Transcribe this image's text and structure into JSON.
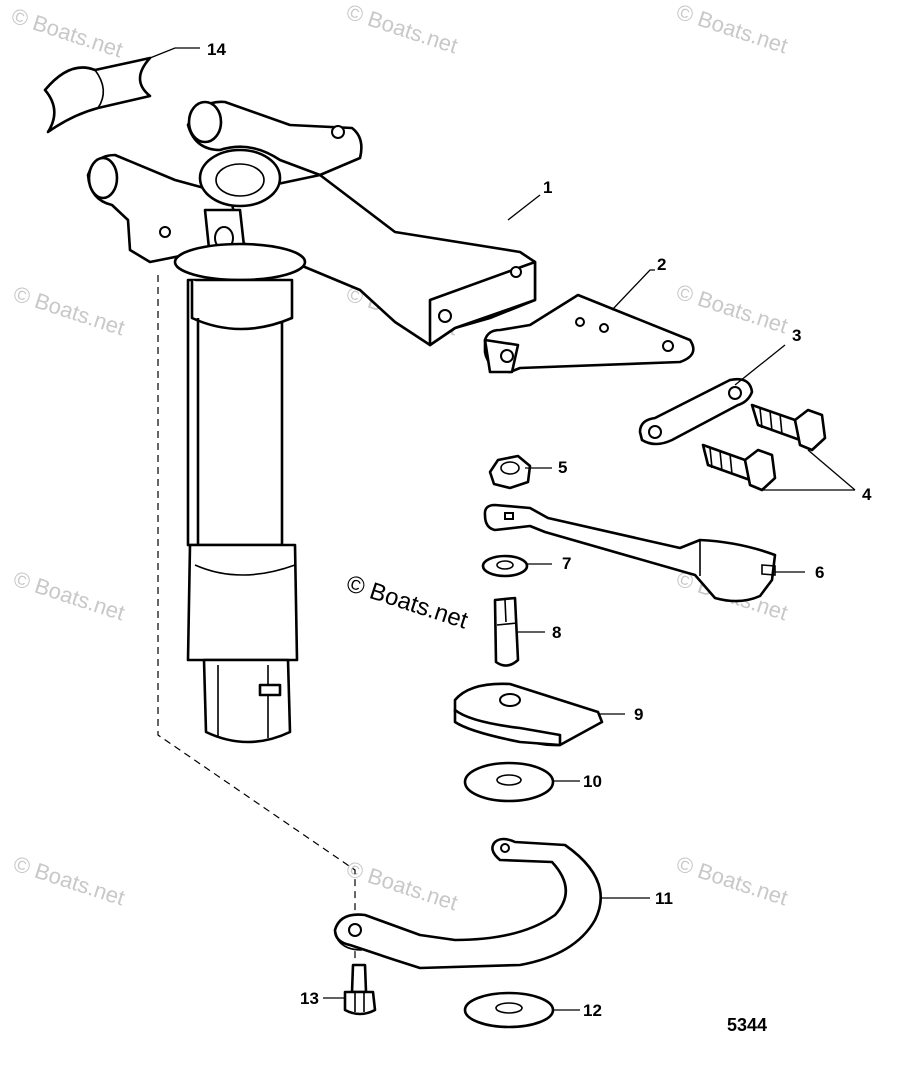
{
  "diagram": {
    "figure_number": "5344",
    "watermark_text": "© Boats.net",
    "center_watermark": "© Boats.net",
    "callouts": [
      {
        "id": "c1",
        "label": "1"
      },
      {
        "id": "c2",
        "label": "2"
      },
      {
        "id": "c3",
        "label": "3"
      },
      {
        "id": "c4",
        "label": "4"
      },
      {
        "id": "c5",
        "label": "5"
      },
      {
        "id": "c6",
        "label": "6"
      },
      {
        "id": "c7",
        "label": "7"
      },
      {
        "id": "c8",
        "label": "8"
      },
      {
        "id": "c9",
        "label": "9"
      },
      {
        "id": "c10",
        "label": "10"
      },
      {
        "id": "c11",
        "label": "11"
      },
      {
        "id": "c12",
        "label": "12"
      },
      {
        "id": "c13",
        "label": "13"
      },
      {
        "id": "c14",
        "label": "14"
      }
    ]
  }
}
